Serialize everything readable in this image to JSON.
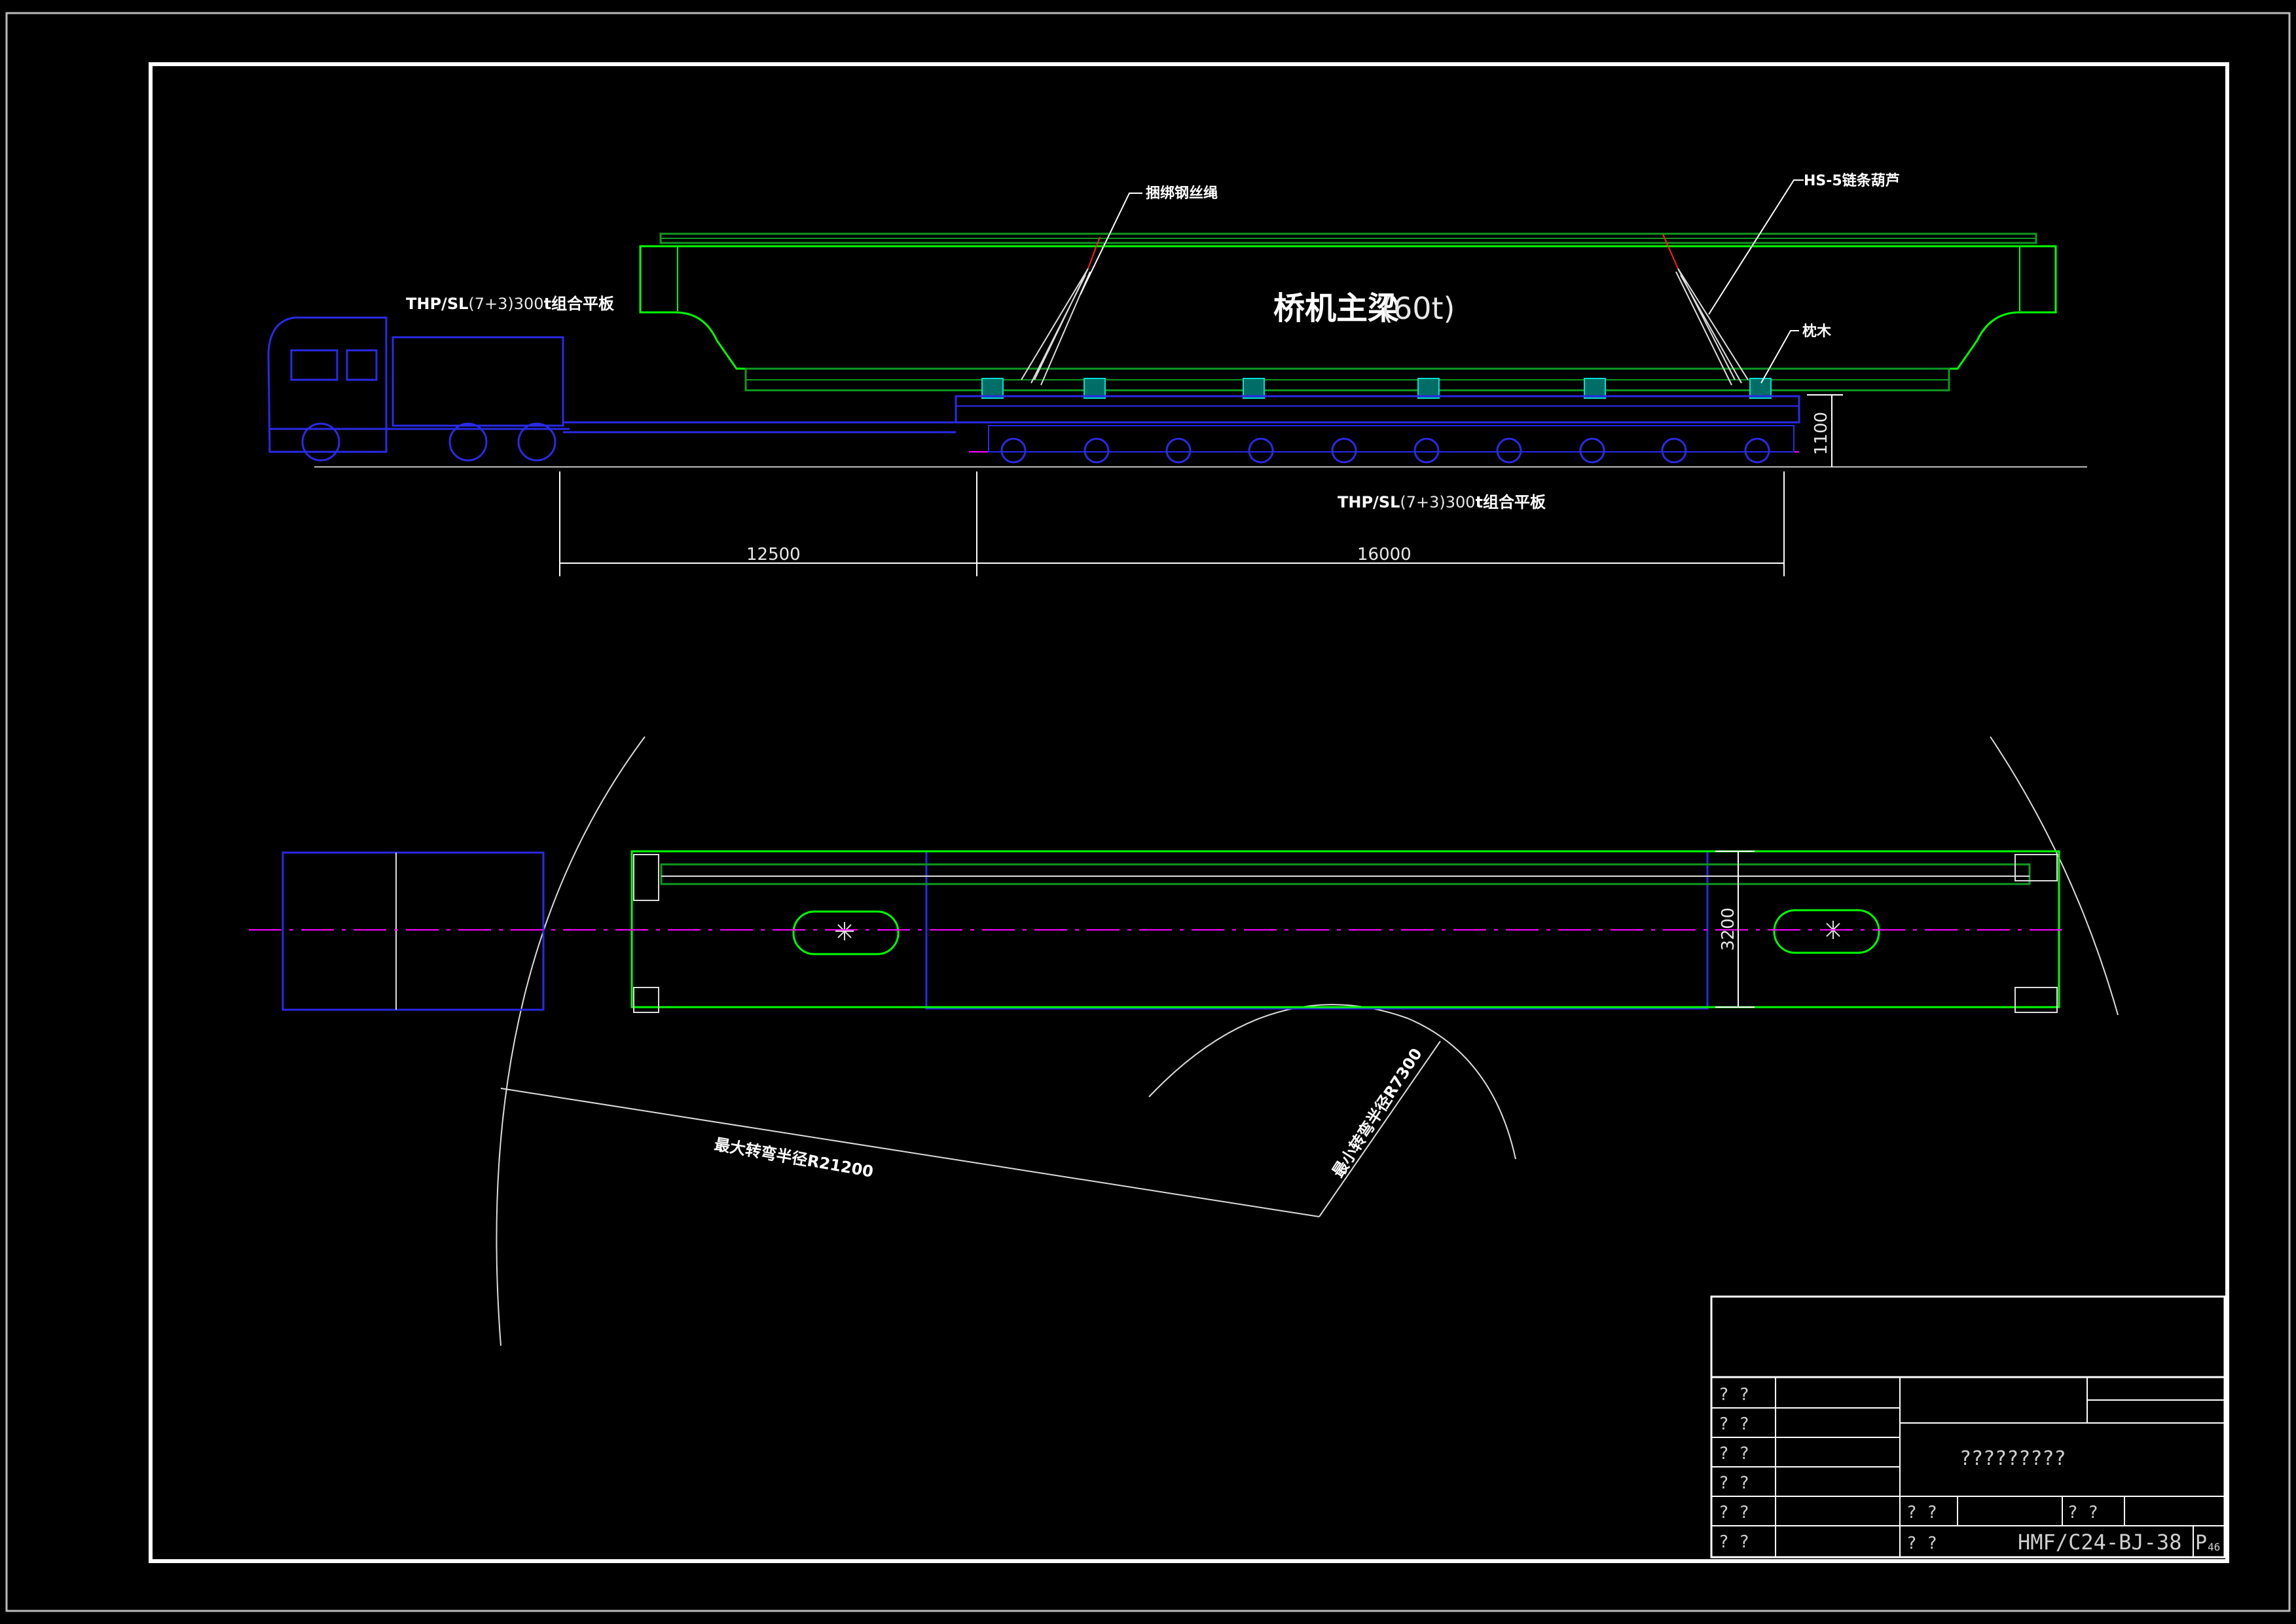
{
  "elevation": {
    "girder_title": "桥机主梁",
    "girder_weight": "(60t)",
    "label_rope": "捆绑钢丝绳",
    "label_hoist": "HS-5链条葫芦",
    "label_sleeper": "枕木",
    "label_trailer_top_pre": "THP/SL",
    "label_trailer_top_num": "(7+3)300",
    "label_trailer_top_post": "t组合平板",
    "label_trailer_bottom_pre": "THP/SL",
    "label_trailer_bottom_num": "(7+3)300",
    "label_trailer_bottom_post": "t组合平板",
    "dim_front": "12500",
    "dim_trailer": "16000",
    "dim_height": "1100"
  },
  "plan": {
    "dim_width": "3200",
    "radius_max": "最大转弯半径R21200",
    "radius_min": "最小转弯半径R7300"
  },
  "title_block": {
    "placeholder_rows": [
      "? ?",
      "? ?",
      "? ?",
      "? ?",
      "? ?",
      "? ?"
    ],
    "drawing_name": "?????????",
    "bottom_label_1": "? ?",
    "bottom_label_2": "? ?",
    "bottom_label_3": "? ?",
    "drawing_number": "HMF/C24-BJ-38",
    "page_prefix": "P",
    "page_number": "46"
  },
  "colors": {
    "frame": "#ffffff",
    "girder": "#00ff00",
    "girder_dark": "#0f9a20",
    "truck": "#2a2ae6",
    "centerline": "#ff00ff",
    "annotation": "#ffffff",
    "sling": "#ff2020",
    "block": "#00b3a8"
  }
}
